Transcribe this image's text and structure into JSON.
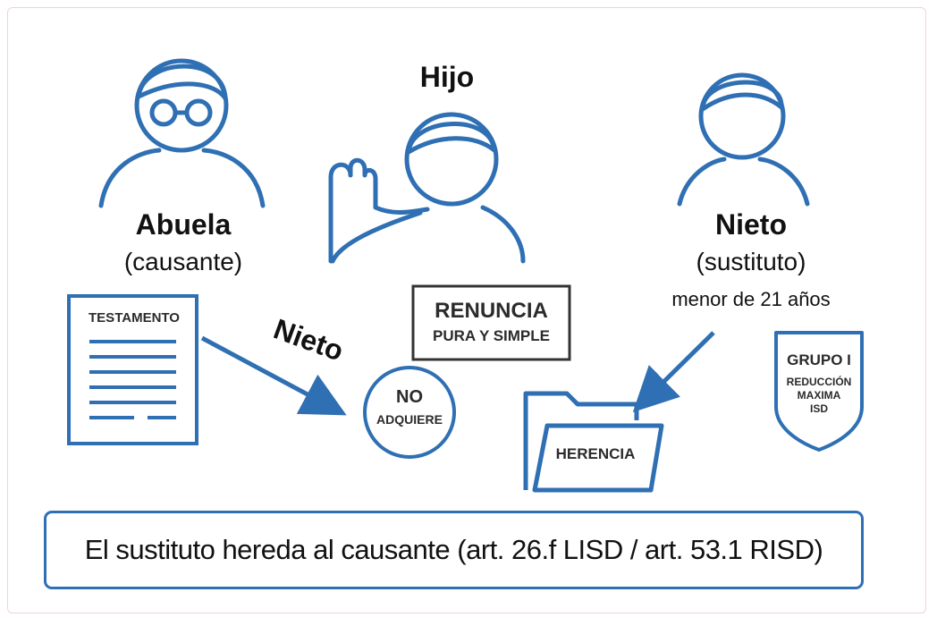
{
  "colors": {
    "accent": "#2f6fb3",
    "text": "#111111"
  },
  "persons": {
    "abuela": {
      "name": "Abuela",
      "role": "(causante)",
      "icon": "grandmother-glasses-icon"
    },
    "hijo": {
      "name": "Hijo",
      "icon": "son-raising-hand-icon"
    },
    "nieto": {
      "name": "Nieto",
      "role": "(sustituto)",
      "note": "menor de 21 años",
      "icon": "grandson-icon"
    }
  },
  "testamento": {
    "label": "TESTAMENTO",
    "icon": "document-icon"
  },
  "arrow_label": "Nieto",
  "renuncia": {
    "line1": "RENUNCIA",
    "line2": "PURA Y SIMPLE"
  },
  "no_adquiere": {
    "line1": "NO",
    "line2": "ADQUIERE"
  },
  "herencia": {
    "label": "HERENCIA",
    "icon": "folder-icon"
  },
  "grupo": {
    "line1": "GRUPO I",
    "line2": "REDUCCIÓN",
    "line3": "MAXIMA",
    "line4": "ISD",
    "icon": "shield-icon"
  },
  "footer": {
    "text": "El sustituto hereda al causante (art. 26.f LISD / art. 53.1 RISD)"
  }
}
